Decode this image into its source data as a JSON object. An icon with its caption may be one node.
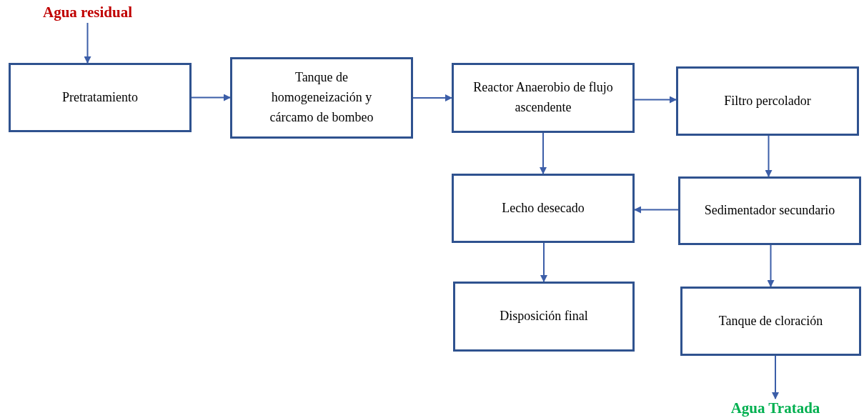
{
  "diagram": {
    "nodes": [
      {
        "text": [
          "Agua residual"
        ]
      },
      {
        "text": [
          "Pretratamiento"
        ]
      },
      {
        "text": [
          "Tanque de homogeneización y cárcamo de bombeo"
        ]
      },
      {
        "text": [
          "Reactor Anaerobio de flujo ascendente"
        ]
      },
      {
        "text": [
          "Filtro percolador"
        ]
      },
      {
        "text": [
          "Lecho desecado"
        ]
      },
      {
        "text": [
          "Sedimentador secundario"
        ]
      },
      {
        "text": [
          "Disposición final"
        ]
      },
      {
        "text": [
          "Tanque de cloración"
        ]
      },
      {
        "text": [
          "Agua Tratada"
        ]
      }
    ],
    "edges": [
      {
        "from": 0,
        "to": 1,
        "arrow": "to"
      },
      {
        "from": 1,
        "to": 2,
        "arrow": "to"
      },
      {
        "from": 2,
        "to": 3,
        "arrow": "to"
      },
      {
        "from": 3,
        "to": 4,
        "arrow": "to"
      },
      {
        "from": 3,
        "to": 5,
        "arrow": "to"
      },
      {
        "from": 4,
        "to": 6,
        "arrow": "to"
      },
      {
        "from": 6,
        "to": 5,
        "arrow": "to"
      },
      {
        "from": 5,
        "to": 7,
        "arrow": "to"
      },
      {
        "from": 6,
        "to": 8,
        "arrow": "to"
      },
      {
        "from": 8,
        "to": 9,
        "arrow": "to"
      }
    ]
  }
}
